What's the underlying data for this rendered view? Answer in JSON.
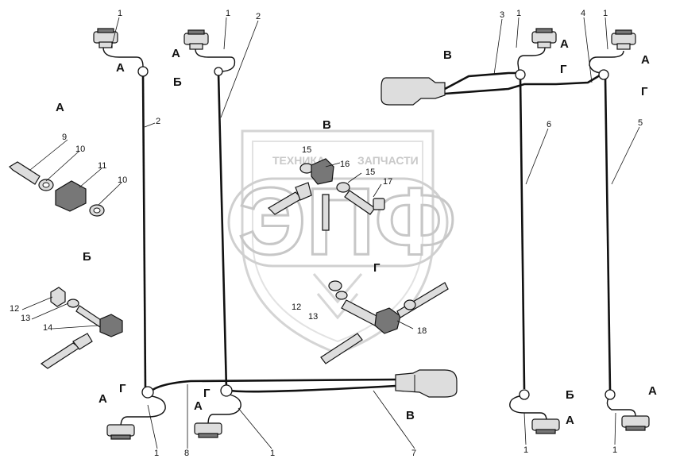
{
  "watermark": {
    "line1": "ТЕХНИКА",
    "line2": "ЗАПЧАСТИ",
    "logo": "ЭПФ"
  },
  "section_labels": {
    "a": "А",
    "b": "Б",
    "v": "В",
    "g": "Г"
  },
  "callouts": {
    "n1": "1",
    "n2": "2",
    "n3": "3",
    "n4": "4",
    "n5": "5",
    "n6": "6",
    "n7": "7",
    "n8": "8",
    "n9": "9",
    "n10": "10",
    "n11": "11",
    "n12": "12",
    "n13": "13",
    "n14": "14",
    "n15": "15",
    "n16": "16",
    "n17": "17",
    "n18": "18"
  },
  "view_letters": {
    "a": "А",
    "b": "Б",
    "v": "В",
    "g": "Г"
  }
}
